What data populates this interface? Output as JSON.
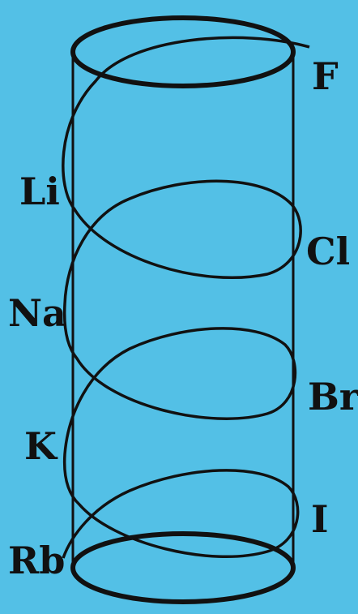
{
  "diagram": {
    "background_color": "#53c0e6",
    "line_color": "#111111",
    "labels_right": [
      "F",
      "Cl",
      "Br",
      "I"
    ],
    "labels_left": [
      "Li",
      "Na",
      "K",
      "Rb"
    ]
  }
}
